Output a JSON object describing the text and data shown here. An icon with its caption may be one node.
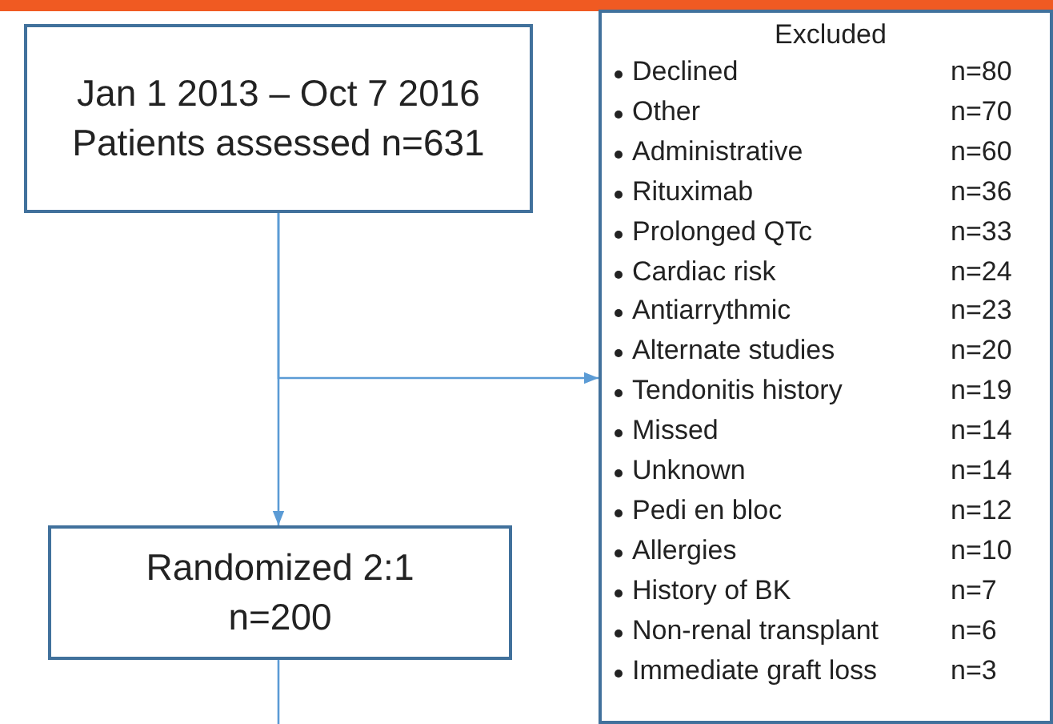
{
  "diagram": {
    "nodes": [
      {
        "text": [
          "Jan 1 2013 – Oct 7 2016 Patients assessed n=631"
        ]
      },
      {
        "text": [
          "Excluded",
          "Declined",
          "n=80",
          "Other",
          "n=70",
          "Administrative",
          "n=60",
          "Rituximab",
          "n=36",
          "Prolonged QTc",
          "n=33",
          "Cardiac risk",
          "n=24",
          "Antiarrythmic",
          "n=23",
          "Alternate studies",
          "n=20",
          "Tendonitis history",
          "n=19",
          "Missed",
          "n=14",
          "Unknown",
          "n=14",
          "Pedi en bloc",
          "n=12",
          "Allergies",
          "n=10",
          "History of BK",
          "n=7",
          "Non-renal transplant",
          "n=6",
          "Immediate graft loss",
          "n=3"
        ]
      },
      {
        "text": [
          "Randomized 2:1 n=200"
        ]
      }
    ],
    "edges": [
      {
        "from": 0,
        "to": 1,
        "arrow": "to"
      },
      {
        "from": 0,
        "to": 2,
        "arrow": "to"
      },
      {
        "from": 2,
        "to": null,
        "arrow": "none"
      }
    ]
  }
}
